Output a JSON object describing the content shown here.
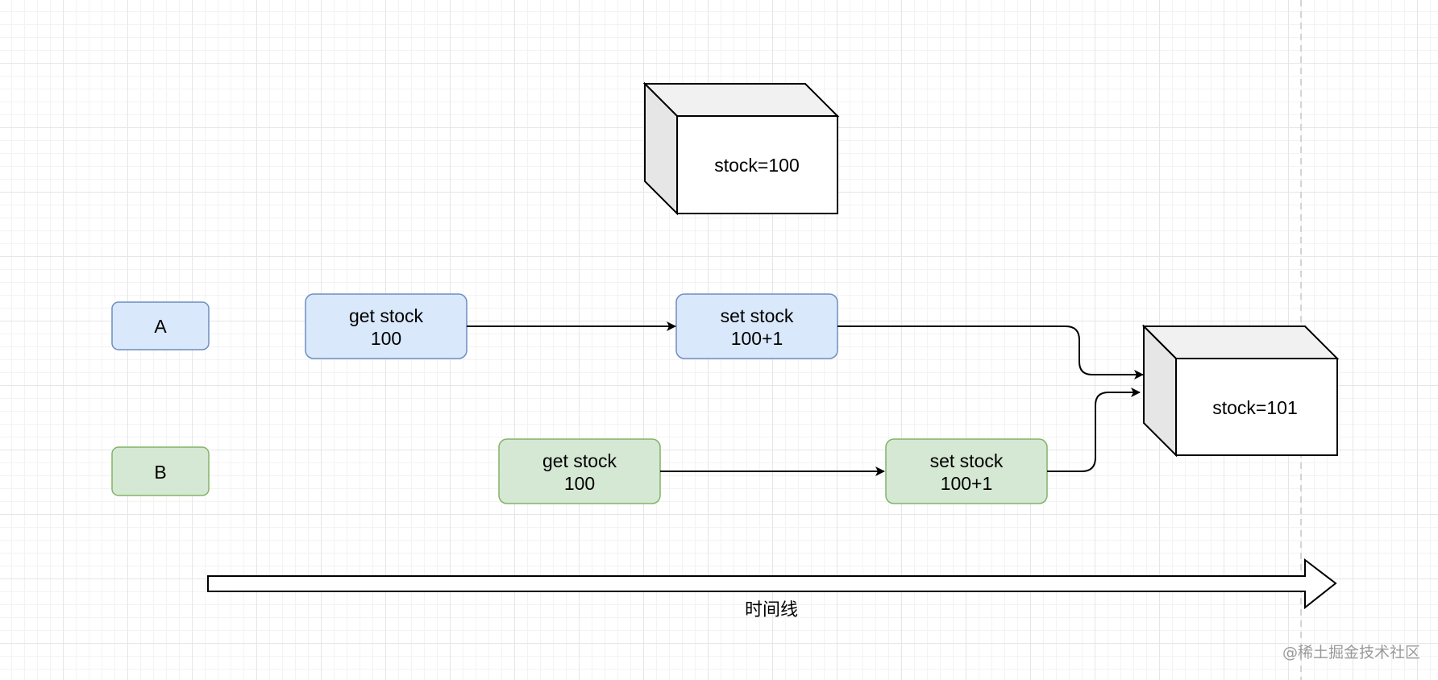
{
  "colors": {
    "blue_fill": "#dae8fc",
    "blue_stroke": "#6c8ebf",
    "green_fill": "#d5e8d4",
    "green_stroke": "#82b366",
    "line": "#000000",
    "cube_top": "#f1f1f1",
    "cube_side": "#e6e6e6"
  },
  "actors": {
    "a_label": "A",
    "b_label": "B"
  },
  "thread_a": {
    "get": {
      "line1": "get stock",
      "line2": "100"
    },
    "set": {
      "line1": "set stock",
      "line2": "100+1"
    }
  },
  "thread_b": {
    "get": {
      "line1": "get stock",
      "line2": "100"
    },
    "set": {
      "line1": "set stock",
      "line2": "100+1"
    }
  },
  "stores": {
    "initial": "stock=100",
    "final": "stock=101"
  },
  "timeline": {
    "label": "时间线"
  },
  "watermark": "@稀土掘金技术社区"
}
